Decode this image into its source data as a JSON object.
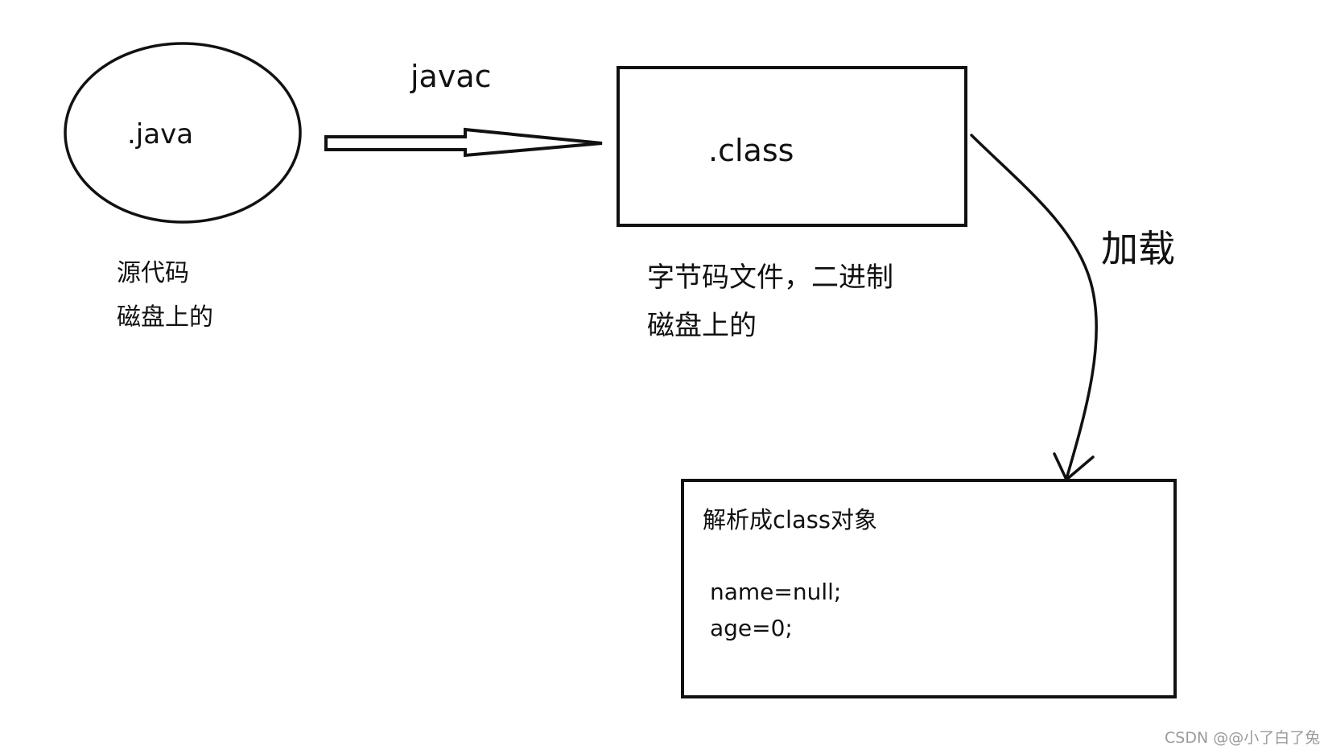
{
  "nodes": {
    "source": {
      "label": ".java",
      "caption": [
        "源代码",
        "磁盘上的"
      ]
    },
    "bytecode": {
      "label": ".class",
      "caption": [
        "字节码文件，二进制",
        "磁盘上的"
      ]
    },
    "class_object": {
      "title": "解析成class对象",
      "fields": [
        "name=null;",
        "age=0;"
      ]
    }
  },
  "edges": {
    "compile": {
      "label": "javac"
    },
    "load": {
      "label": "加载"
    }
  },
  "watermark": "CSDN @@小了白了兔",
  "colors": {
    "stroke": "#111111",
    "text": "#111111",
    "watermark": "#9a9a9a",
    "background": "#ffffff"
  }
}
